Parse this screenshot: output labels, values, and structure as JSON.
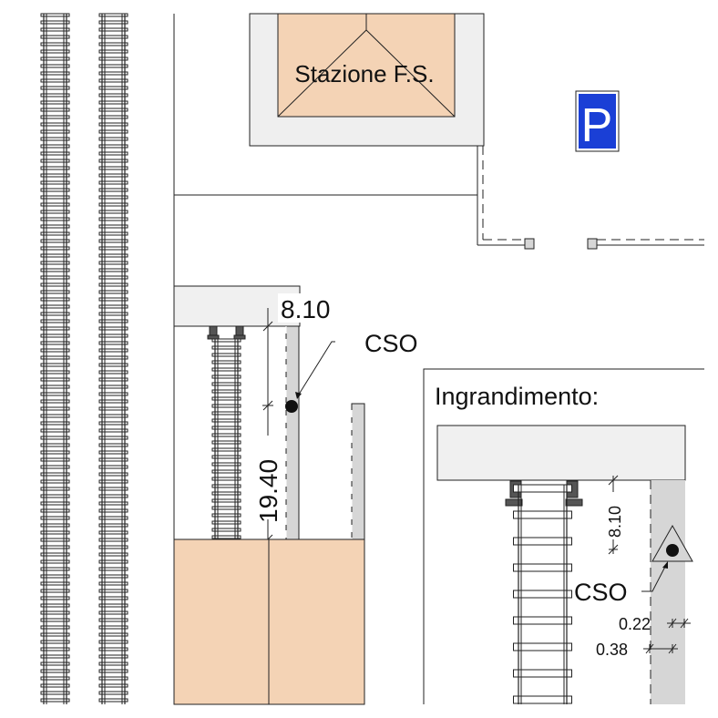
{
  "station": {
    "label": "Stazione F.S."
  },
  "parking": {
    "glyph": "P",
    "color": "#1a3fd6"
  },
  "main_plan": {
    "dim_top": "8.10",
    "dim_bottom": "19.40",
    "cso_label": "CSO"
  },
  "inset": {
    "title": "Ingrandimento:",
    "dim_vertical": "8.10",
    "cso_label": "CSO",
    "dim_a": "0.22",
    "dim_b": "0.38"
  },
  "colors": {
    "building_fill": "#f4d3b5",
    "gray_fill": "#f0f0f0",
    "strip_fill": "#d6d6d6"
  }
}
